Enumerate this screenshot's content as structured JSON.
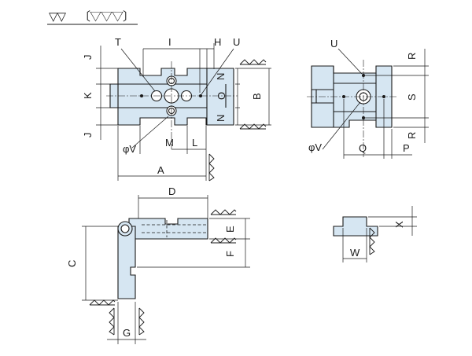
{
  "surface_finish": {
    "basic_symbol": "▽▽",
    "other_symbol": "〔▽▽▽〕"
  },
  "front_view": {
    "labels": {
      "T": "T",
      "I": "I",
      "H": "H",
      "U": "U",
      "J_top": "J",
      "K": "K",
      "J_bottom": "J",
      "N_top": "N",
      "O": "O",
      "N_bottom": "N",
      "B": "B",
      "V": "φV",
      "M": "M",
      "L": "L",
      "A": "A"
    }
  },
  "side_view": {
    "labels": {
      "U": "U",
      "R_top": "R",
      "S": "S",
      "R_bottom": "R",
      "V": "φV",
      "Q": "Q",
      "P": "P"
    }
  },
  "assembly_view": {
    "labels": {
      "D": "D",
      "E": "E",
      "F": "F",
      "C": "C",
      "G": "G"
    }
  },
  "small_view": {
    "labels": {
      "X": "X",
      "W": "W"
    }
  }
}
